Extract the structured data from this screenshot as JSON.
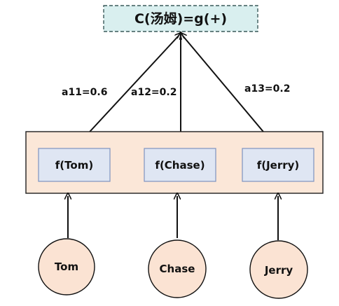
{
  "colors": {
    "top_box_fill": "#d9efef",
    "top_box_border": "#3a5a5a",
    "container_fill": "#fbe7d8",
    "container_border": "#1f1f1f",
    "func_box_fill": "#dfe6f3",
    "func_box_border": "#7e92bf",
    "node_fill": "#fbe3d3",
    "node_border": "#111111",
    "line": "#111111"
  },
  "top": {
    "label": "C(汤姆)=g(+)"
  },
  "weights": [
    {
      "label": "a11=0.6"
    },
    {
      "label": "a12=0.2"
    },
    {
      "label": "a13=0.2"
    }
  ],
  "functions": [
    {
      "label": "f(Tom)"
    },
    {
      "label": "f(Chase)"
    },
    {
      "label": "f(Jerry)"
    }
  ],
  "nodes": [
    {
      "label": "Tom"
    },
    {
      "label": "Chase"
    },
    {
      "label": "Jerry"
    }
  ]
}
